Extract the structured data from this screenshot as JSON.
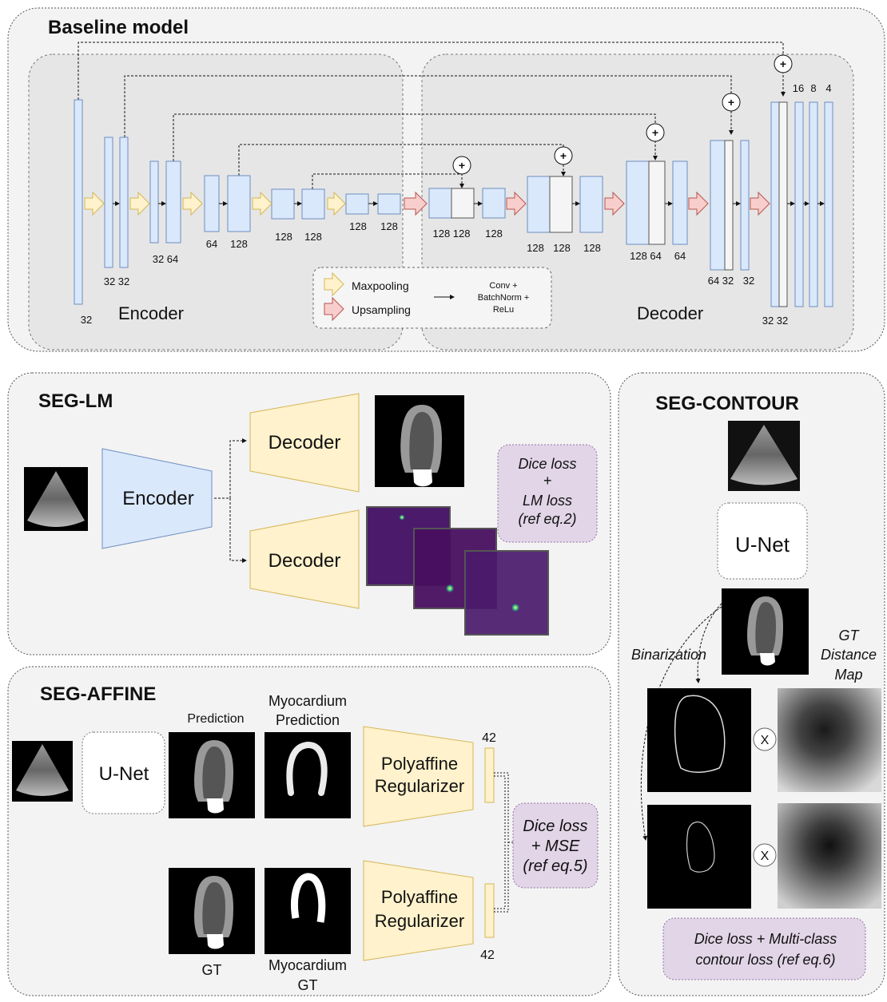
{
  "baseline": {
    "title": "Baseline model",
    "encoder_label": "Encoder",
    "decoder_label": "Decoder",
    "legend": {
      "maxpool": "Maxpooling",
      "upsample": "Upsampling",
      "conv_l1": "Conv +",
      "conv_l2": "BatchNorm +",
      "conv_l3": "ReLu"
    },
    "plus": "+",
    "enc_labels": [
      "32",
      "32 32",
      "32 64",
      "64",
      "128",
      "128",
      "128",
      "128",
      "128"
    ],
    "dec_labels": [
      "128 128",
      "128",
      "128",
      "128",
      "128",
      "128 64",
      "64",
      "64 32",
      "32",
      "32 32",
      "16",
      "8",
      "4"
    ]
  },
  "seglm": {
    "title": "SEG-LM",
    "encoder": "Encoder",
    "decoder1": "Decoder",
    "decoder2": "Decoder",
    "loss_l1": "Dice loss",
    "loss_l2": "+",
    "loss_l3": "LM loss",
    "loss_l4": "(ref eq.2)"
  },
  "segaffine": {
    "title": "SEG-AFFINE",
    "unet": "U-Net",
    "prediction": "Prediction",
    "myo_pred_l1": "Myocardium",
    "myo_pred_l2": "Prediction",
    "gt": "GT",
    "myo_gt_l1": "Myocardium",
    "myo_gt_l2": "GT",
    "poly1_l1": "Polyaffine",
    "poly1_l2": "Regularizer",
    "poly2_l1": "Polyaffine",
    "poly2_l2": "Regularizer",
    "dim_top": "42",
    "dim_bottom": "42",
    "loss_l1": "Dice loss",
    "loss_l2": "+ MSE",
    "loss_l3": "(ref eq.5)"
  },
  "segcontour": {
    "title": "SEG-CONTOUR",
    "unet": "U-Net",
    "binarization": "Binarization",
    "gt_l1": "GT",
    "gt_l2": "Distance",
    "gt_l3": "Map",
    "times": "X",
    "loss_l1": "Dice loss + Multi-class",
    "loss_l2": "contour loss (ref eq.6)"
  }
}
